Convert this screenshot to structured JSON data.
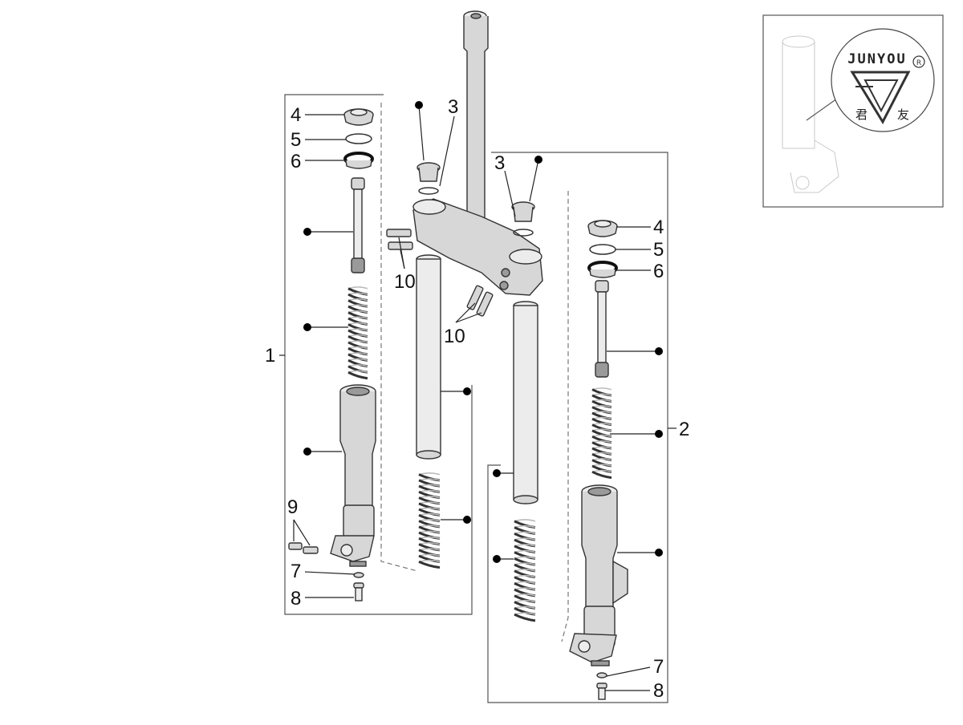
{
  "callouts": {
    "c1": "1",
    "c2": "2",
    "c3a": "3",
    "c3b": "3",
    "c4a": "4",
    "c4b": "4",
    "c5a": "5",
    "c5b": "5",
    "c6a": "6",
    "c6b": "6",
    "c7a": "7",
    "c7b": "7",
    "c8a": "8",
    "c8b": "8",
    "c9": "9",
    "c10a": "10",
    "c10b": "10"
  },
  "logo": {
    "brand": "JUNYOU",
    "registered": "R",
    "char1": "君",
    "char2": "友"
  }
}
